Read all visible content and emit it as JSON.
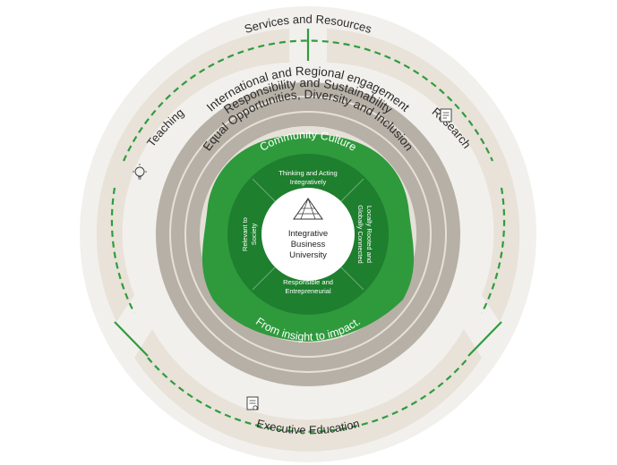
{
  "outer": {
    "top_label": "Services and Resources",
    "sectors": {
      "left": "Teaching",
      "right": "Research",
      "bottom": "Executive Education"
    }
  },
  "rings": [
    "International and Regional engagement",
    "Responsibility and Sustainability",
    "Equal Opportunities, Diversity and Inclusion"
  ],
  "green_ring": {
    "top": "Community Culture",
    "bottom": "From insight to impact."
  },
  "inner_sections": {
    "top": [
      "Thinking and Acting",
      "Integratively"
    ],
    "right": [
      "Locally Rooted and",
      "Globally Connected"
    ],
    "bottom": [
      "Responsible and",
      "Entrepreneurial"
    ],
    "left": [
      "Relevant to",
      "Society"
    ]
  },
  "center": [
    "Integrative",
    "Business",
    "University"
  ],
  "icons": {
    "teaching": "lightbulb-icon",
    "research": "document-icon",
    "executive_education": "certificate-icon",
    "center": "pyramid-logo-icon"
  },
  "colors": {
    "outer_circle": "#f2f0ec",
    "sector_fill": "#e8e2d8",
    "ring_dark": "#b7b0a6",
    "ring_light": "#e6e1d8",
    "green_dark": "#1e7f2e",
    "green_mid": "#2e9a3c",
    "green_line": "#2f9c3f",
    "center_white": "#ffffff"
  }
}
